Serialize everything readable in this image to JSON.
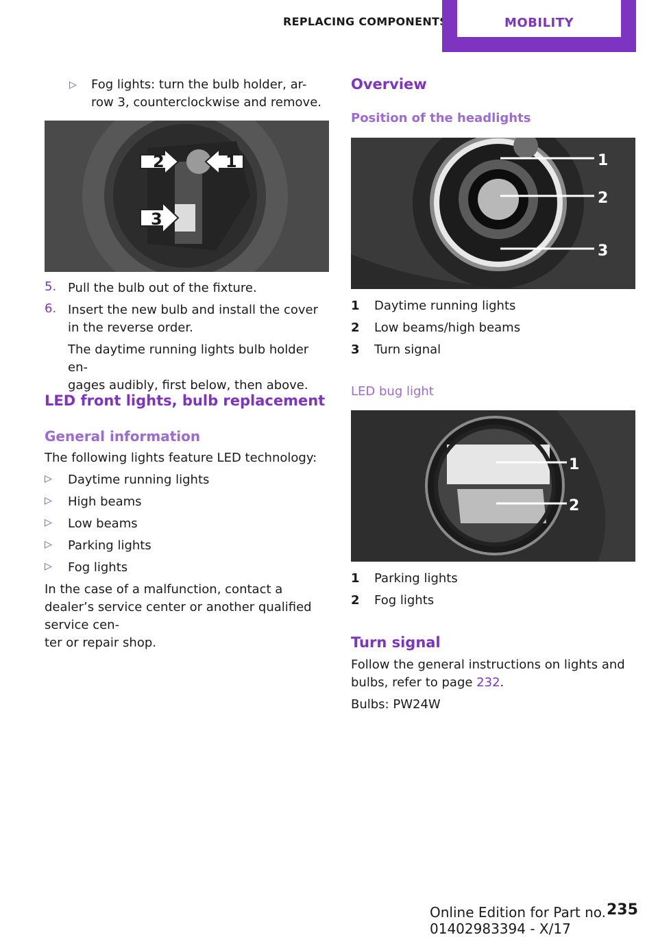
{
  "header": {
    "section": "REPLACING COMPONENTS",
    "tab": "MOBILITY"
  },
  "left": {
    "fog_step": "Fog lights: turn the bulb holder, ar-\nrow 3, counterclockwise and remove.",
    "steps": [
      {
        "num": "5.",
        "text": "Pull the bulb out of the fixture."
      },
      {
        "num": "6.",
        "text": "Insert the new bulb and install the cover in the reverse order."
      }
    ],
    "step6_note": "The daytime running lights bulb holder en-\ngages audibly, first below, then above.",
    "heading": "LED front lights, bulb replacement",
    "subheading": "General information",
    "intro": "The following lights feature LED technology:",
    "bullets": [
      "Daytime running lights",
      "High beams",
      "Low beams",
      "Parking lights",
      "Fog lights"
    ],
    "malfunction": "In the case of a malfunction, contact a dealer’s service center or another qualified service cen-\nter or repair shop.",
    "image_labels": [
      "2",
      "1",
      "3"
    ]
  },
  "right": {
    "heading": "Overview",
    "sub1": "Position of the headlights",
    "headlight_items": [
      {
        "num": "1",
        "text": "Daytime running lights"
      },
      {
        "num": "2",
        "text": "Low beams/high beams"
      },
      {
        "num": "3",
        "text": "Turn signal"
      }
    ],
    "headlight_labels": [
      "1",
      "2",
      "3"
    ],
    "sub2": "LED bug light",
    "bug_items": [
      {
        "num": "1",
        "text": "Parking lights"
      },
      {
        "num": "2",
        "text": "Fog lights"
      }
    ],
    "bug_labels": [
      "1",
      "2"
    ],
    "sub3": "Turn signal",
    "turn_text_prefix": "Follow the general instructions on lights and bulbs, refer to page ",
    "turn_link": "232",
    "turn_text_suffix": ".",
    "bulbs": "Bulbs: PW24W"
  },
  "footer": {
    "edition": "Online Edition for Part no. 01402983394 - X/17",
    "page": "235"
  }
}
